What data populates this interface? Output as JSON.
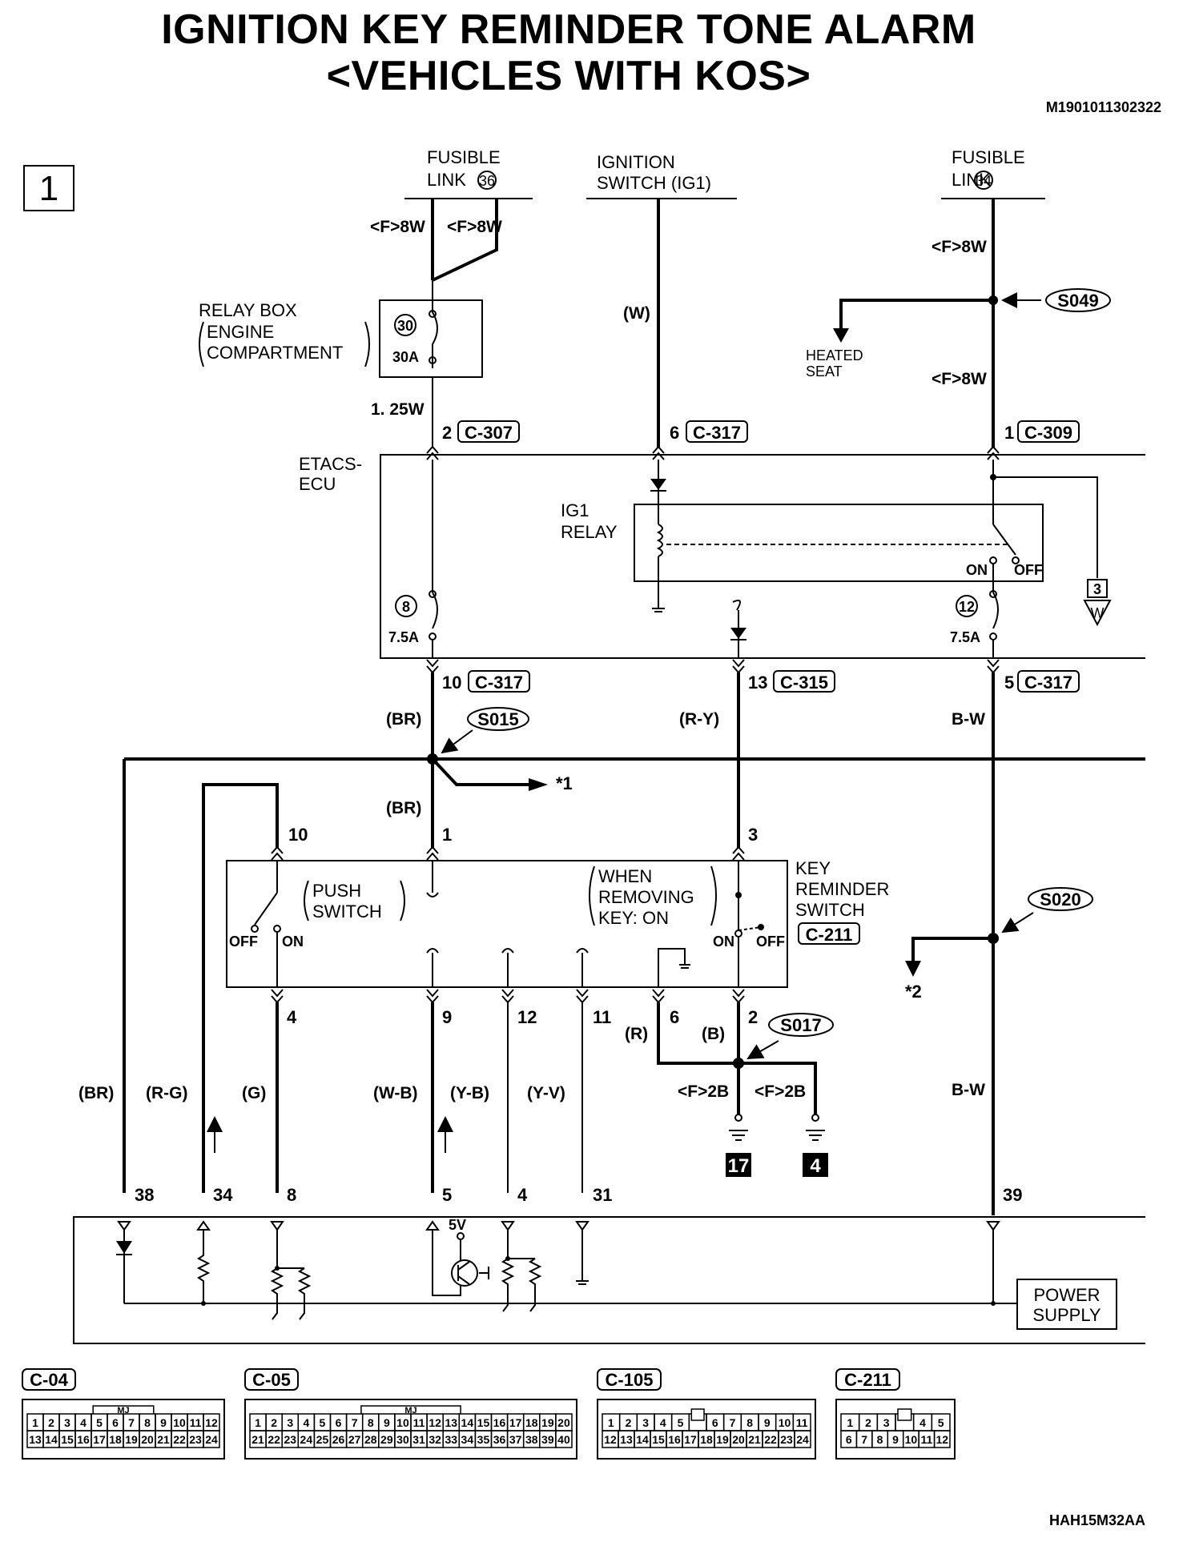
{
  "title": {
    "line1": "IGNITION KEY REMINDER TONE ALARM",
    "line2": "<VEHICLES WITH KOS>"
  },
  "doc_code": "M1901011302322",
  "figure_code": "HAH15M32AA",
  "sheet_number": "1",
  "sources": {
    "fusible_link_36": {
      "line1": "FUSIBLE",
      "line2": "LINK",
      "num": "36"
    },
    "ignition_switch": {
      "line1": "IGNITION",
      "line2": "SWITCH (IG1)"
    },
    "fusible_link_34": {
      "line1": "FUSIBLE",
      "line2": "LINK",
      "num": "34"
    }
  },
  "relay_box": {
    "line1": "RELAY BOX",
    "line2": "ENGINE",
    "line3": "COMPARTMENT",
    "fuse_num": "30",
    "fuse_rating": "30A"
  },
  "etacs": {
    "line1": "ETACS-",
    "line2": "ECU",
    "relay_line1": "IG1",
    "relay_line2": "RELAY",
    "on": "ON",
    "off": "OFF",
    "fuse_a_num": "8",
    "fuse_a_rating": "7.5A",
    "fuse_b_num": "12",
    "fuse_b_rating": "7.5A"
  },
  "key_switch": {
    "line1": "KEY",
    "line2": "REMINDER",
    "line3": "SWITCH",
    "connector": "C-211",
    "push_line1": "PUSH",
    "push_line2": "SWITCH",
    "remove_line1": "WHEN",
    "remove_line2": "REMOVING",
    "remove_line3": "KEY: ON",
    "on": "ON",
    "off": "OFF"
  },
  "power_supply": {
    "line1": "POWER",
    "line2": "SUPPLY"
  },
  "heated_seat": {
    "line1": "HEATED",
    "line2": "SEAT"
  },
  "splices": [
    "S049",
    "S015",
    "S020",
    "S017"
  ],
  "wire_labels": {
    "f8w_a": "<F>8W",
    "f8w_b": "<F>8W",
    "f8w_c": "<F>8W",
    "f8w_d": "<F>8W",
    "w": "(W)",
    "w125": "1. 25W",
    "br_a": "(BR)",
    "br_b": "(BR)",
    "br_c": "(BR)",
    "ry": "(R-Y)",
    "bw_a": "B-W",
    "bw_b": "B-W",
    "rg": "(R-G)",
    "g": "(G)",
    "wb": "(W-B)",
    "yb": "(Y-B)",
    "yv": "(Y-V)",
    "r": "(R)",
    "b": "(B)",
    "f2b_a": "<F>2B",
    "f2b_b": "<F>2B"
  },
  "connector_pins": {
    "c307": {
      "pin": "2",
      "conn": "C-307"
    },
    "c317a": {
      "pin": "6",
      "conn": "C-317"
    },
    "c309": {
      "pin": "1",
      "conn": "C-309"
    },
    "c317b": {
      "pin": "10",
      "conn": "C-317"
    },
    "c315": {
      "pin": "13",
      "conn": "C-315"
    },
    "c317c": {
      "pin": "5",
      "conn": "C-317"
    }
  },
  "pins": {
    "ks_top": [
      "10",
      "1",
      "3"
    ],
    "ks_bottom": [
      "4",
      "9",
      "12",
      "11",
      "6",
      "2"
    ],
    "ecu": [
      "38",
      "34",
      "8",
      "5",
      "4",
      "31",
      "39"
    ]
  },
  "refs": {
    "star1": "*1",
    "star2": "*2",
    "ref3": "3",
    "ref3_letter": "W",
    "ground_a": "17",
    "ground_b": "4",
    "v5": "5V"
  },
  "connectors_legend": [
    {
      "name": "C-04",
      "top": [
        "1",
        "2",
        "3",
        "4",
        "5",
        "6",
        "7",
        "8",
        "9",
        "10",
        "11",
        "12"
      ],
      "bottom": [
        "13",
        "14",
        "15",
        "16",
        "17",
        "18",
        "19",
        "20",
        "21",
        "22",
        "23",
        "24"
      ],
      "tag": "MJ"
    },
    {
      "name": "C-05",
      "top": [
        "1",
        "2",
        "3",
        "4",
        "5",
        "6",
        "7",
        "8",
        "9",
        "10",
        "11",
        "12",
        "13",
        "14",
        "15",
        "16",
        "17",
        "18",
        "19",
        "20"
      ],
      "bottom": [
        "21",
        "22",
        "23",
        "24",
        "25",
        "26",
        "27",
        "28",
        "29",
        "30",
        "31",
        "32",
        "33",
        "34",
        "35",
        "36",
        "37",
        "38",
        "39",
        "40"
      ],
      "tag": "MJ"
    },
    {
      "name": "C-105",
      "top": [
        "1",
        "2",
        "3",
        "4",
        "5",
        "",
        "6",
        "7",
        "8",
        "9",
        "10",
        "11"
      ],
      "bottom": [
        "12",
        "13",
        "14",
        "15",
        "16",
        "17",
        "18",
        "19",
        "20",
        "21",
        "22",
        "23",
        "24"
      ],
      "tag": ""
    },
    {
      "name": "C-211",
      "top": [
        "1",
        "2",
        "3",
        "",
        "4",
        "5"
      ],
      "bottom": [
        "6",
        "7",
        "8",
        "9",
        "10",
        "11",
        "12"
      ],
      "tag": ""
    }
  ],
  "colors": {
    "ink": "#000000",
    "paper": "#ffffff"
  }
}
